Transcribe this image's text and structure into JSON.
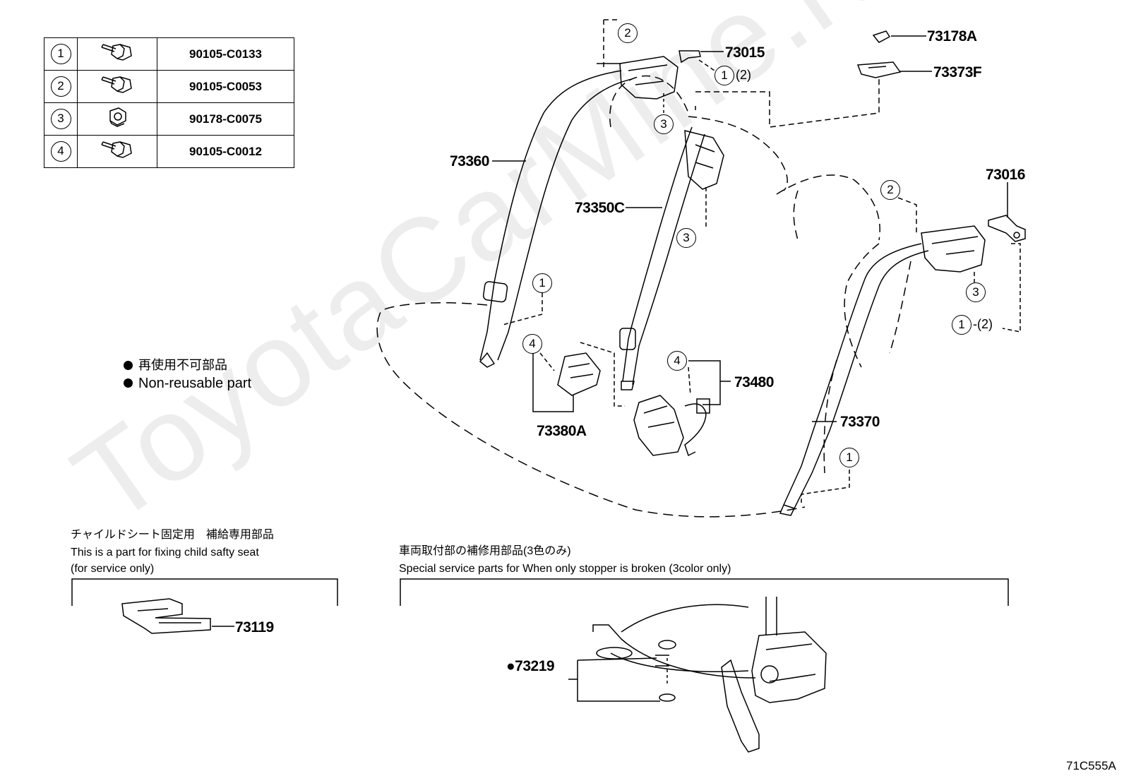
{
  "watermark": "ToyotaCarMine.ru",
  "fastener_table": [
    {
      "num": "1",
      "part": "90105-C0133",
      "icon": "bolt-washer-icon"
    },
    {
      "num": "2",
      "part": "90105-C0053",
      "icon": "bolt-washer-icon"
    },
    {
      "num": "3",
      "part": "90178-C0075",
      "icon": "nut-icon"
    },
    {
      "num": "4",
      "part": "90105-C0012",
      "icon": "bolt-washer-icon"
    }
  ],
  "legend": {
    "jp": "再使用不可部品",
    "en": "Non-reusable part"
  },
  "parts": {
    "p73360": "73360",
    "p73350C": "73350C",
    "p73015": "73015",
    "p73178A": "73178A",
    "p73373F": "73373F",
    "p73016": "73016",
    "p73480": "73480",
    "p73380A": "73380A",
    "p73370": "73370",
    "p73119": "73119",
    "p73219": "●73219"
  },
  "callouts": {
    "one": "1",
    "two": "2",
    "three": "3",
    "four": "4",
    "paren_two": "(2)",
    "dash_paren_two": "-(2)"
  },
  "child_seat_box": {
    "jp": "チャイルドシート固定用　補給専用部品",
    "en1": "This is a part for fixing child safty seat",
    "en2": "(for service only)"
  },
  "service_box": {
    "jp": "車両取付部の補修用部品(3色のみ)",
    "en": "Special service parts for When only stopper is broken (3color only)"
  },
  "diagram_code": "71C555A"
}
